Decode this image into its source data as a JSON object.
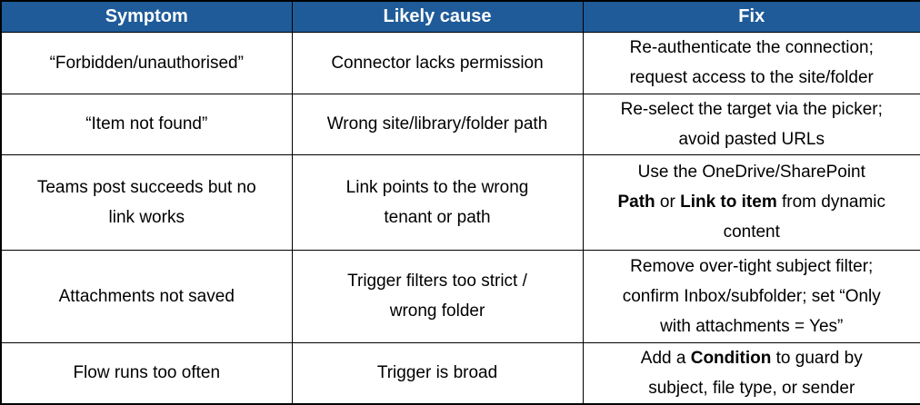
{
  "colors": {
    "header_bg": "#1f5b99",
    "header_text": "#ffffff",
    "border": "#000000",
    "cell_text": "#000000"
  },
  "table": {
    "headers": [
      "Symptom",
      "Likely cause",
      "Fix"
    ],
    "rows": [
      {
        "symptom": [
          {
            "t": "“Forbidden/unauthorised”"
          }
        ],
        "cause": [
          {
            "t": "Connector lacks permission"
          }
        ],
        "fix": [
          {
            "t": "Re-authenticate the connection;\nrequest access to the site/folder"
          }
        ]
      },
      {
        "symptom": [
          {
            "t": "“Item not found”"
          }
        ],
        "cause": [
          {
            "t": "Wrong site/library/folder path"
          }
        ],
        "fix": [
          {
            "t": "Re-select the target via the picker;\navoid pasted URLs"
          }
        ]
      },
      {
        "symptom": [
          {
            "t": "Teams post succeeds but no\nlink works"
          }
        ],
        "cause": [
          {
            "t": "Link points to the wrong\ntenant or path"
          }
        ],
        "fix": [
          {
            "t": "Use the OneDrive/SharePoint\n"
          },
          {
            "t": "Path",
            "b": true
          },
          {
            "t": " or "
          },
          {
            "t": "Link to item",
            "b": true
          },
          {
            "t": " from dynamic\ncontent"
          }
        ]
      },
      {
        "symptom": [
          {
            "t": "Attachments not saved"
          }
        ],
        "cause": [
          {
            "t": "Trigger filters too strict /\nwrong folder"
          }
        ],
        "fix": [
          {
            "t": "Remove over-tight subject filter;\nconfirm Inbox/subfolder; set “Only\nwith attachments = Yes”"
          }
        ]
      },
      {
        "symptom": [
          {
            "t": "Flow runs too often"
          }
        ],
        "cause": [
          {
            "t": "Trigger is broad"
          }
        ],
        "fix": [
          {
            "t": "Add a "
          },
          {
            "t": "Condition",
            "b": true
          },
          {
            "t": " to guard by\nsubject, file type, or sender"
          }
        ]
      }
    ]
  }
}
